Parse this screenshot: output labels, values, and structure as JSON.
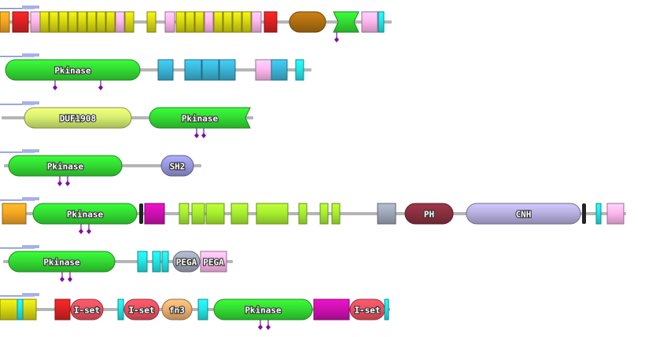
{
  "palette": {
    "backbone": "#b5b5b5",
    "pkinase": "#33dd33",
    "pkinase_edge": "#169916",
    "repeat_yellow": "#d8d810",
    "repeat_pink": "#ffb8ee",
    "red_block": "#dd2222",
    "orange_block": "#f5a623",
    "brown_domain": "#b07010",
    "duf_domain": "#d8f070",
    "blue_block": "#3ab6d8",
    "sh2_domain": "#9898e0",
    "magenta_block": "#d010b0",
    "lime_block": "#a8f030",
    "ph_domain": "#8a3040",
    "cnh_domain": "#b8b0e0",
    "pega_domain": "#a0a8b8",
    "iset_domain": "#ee5060",
    "fn3_domain": "#f0b070",
    "cyan_block": "#22e8e8",
    "site_marker": "#8010a0",
    "label_stroke": "#333333"
  },
  "rows": [
    {
      "domains": [
        {
          "label": "",
          "name": "repeat-block-orange",
          "shape": "rect",
          "color": "orange_block",
          "start": 0,
          "end": 12
        },
        {
          "label": "",
          "name": "repeat-block-red",
          "shape": "rect",
          "color": "red_block",
          "start": 16,
          "end": 36
        },
        {
          "label": "",
          "name": "repeat-block-pink",
          "shape": "rect",
          "color": "repeat_pink",
          "start": 39,
          "end": 51
        },
        {
          "label": "",
          "name": "repeat-block-yellow",
          "shape": "rect",
          "color": "repeat_yellow",
          "start": 51,
          "end": 62
        },
        {
          "label": "",
          "name": "repeat-block-yellow",
          "shape": "rect",
          "color": "repeat_yellow",
          "start": 63,
          "end": 74
        },
        {
          "label": "",
          "name": "repeat-block-yellow",
          "shape": "rect",
          "color": "repeat_yellow",
          "start": 75,
          "end": 86
        },
        {
          "label": "",
          "name": "repeat-block-yellow",
          "shape": "rect",
          "color": "repeat_yellow",
          "start": 87,
          "end": 98
        },
        {
          "label": "",
          "name": "repeat-block-yellow",
          "shape": "rect",
          "color": "repeat_yellow",
          "start": 99,
          "end": 110
        },
        {
          "label": "",
          "name": "repeat-block-yellow",
          "shape": "rect",
          "color": "repeat_yellow",
          "start": 111,
          "end": 122
        },
        {
          "label": "",
          "name": "repeat-block-yellow",
          "shape": "rect",
          "color": "repeat_yellow",
          "start": 123,
          "end": 134
        },
        {
          "label": "",
          "name": "repeat-block-yellow",
          "shape": "rect",
          "color": "repeat_yellow",
          "start": 135,
          "end": 146
        },
        {
          "label": "",
          "name": "repeat-block-pink",
          "shape": "rect",
          "color": "repeat_pink",
          "start": 147,
          "end": 158
        },
        {
          "label": "",
          "name": "repeat-block-yellow",
          "shape": "rect",
          "color": "repeat_yellow",
          "start": 159,
          "end": 170
        },
        {
          "label": "",
          "name": "repeat-block-yellow",
          "shape": "rect",
          "color": "repeat_yellow",
          "start": 187,
          "end": 198
        },
        {
          "label": "",
          "name": "repeat-block-pink",
          "shape": "rect",
          "color": "repeat_pink",
          "start": 210,
          "end": 222
        },
        {
          "label": "",
          "name": "repeat-block-yellow",
          "shape": "rect",
          "color": "repeat_yellow",
          "start": 224,
          "end": 235
        },
        {
          "label": "",
          "name": "repeat-block-yellow",
          "shape": "rect",
          "color": "repeat_yellow",
          "start": 236,
          "end": 247
        },
        {
          "label": "",
          "name": "repeat-block-yellow",
          "shape": "rect",
          "color": "repeat_yellow",
          "start": 248,
          "end": 259
        },
        {
          "label": "",
          "name": "repeat-block-pink",
          "shape": "rect",
          "color": "repeat_pink",
          "start": 260,
          "end": 271
        },
        {
          "label": "",
          "name": "repeat-block-yellow",
          "shape": "rect",
          "color": "repeat_yellow",
          "start": 272,
          "end": 283
        },
        {
          "label": "",
          "name": "repeat-block-yellow",
          "shape": "rect",
          "color": "repeat_yellow",
          "start": 284,
          "end": 295
        },
        {
          "label": "",
          "name": "repeat-block-yellow",
          "shape": "rect",
          "color": "repeat_yellow",
          "start": 296,
          "end": 307
        },
        {
          "label": "",
          "name": "repeat-block-yellow",
          "shape": "rect",
          "color": "repeat_yellow",
          "start": 308,
          "end": 319
        },
        {
          "label": "",
          "name": "repeat-block-pink",
          "shape": "rect",
          "color": "repeat_pink",
          "start": 320,
          "end": 332
        },
        {
          "label": "",
          "name": "repeat-block-red",
          "shape": "rect",
          "color": "red_block",
          "start": 336,
          "end": 352
        },
        {
          "label": "",
          "name": "brown-domain",
          "shape": "capsule",
          "color": "brown_domain",
          "start": 368,
          "end": 414
        },
        {
          "label": "",
          "name": "kinase-fragment",
          "shape": "notched",
          "color": "pkinase",
          "start": 424,
          "end": 456
        },
        {
          "label": "",
          "name": "low-complexity-block",
          "shape": "rect",
          "color": "repeat_pink",
          "start": 460,
          "end": 480
        },
        {
          "label": "",
          "name": "cyan-block",
          "shape": "rect",
          "color": "cyan_block",
          "start": 481,
          "end": 488
        }
      ],
      "markers": [
        428
      ]
    },
    {
      "domains": [
        {
          "label": "Pkinase",
          "name": "pkinase-domain",
          "shape": "capsule",
          "color": "pkinase",
          "start": 7,
          "end": 178
        },
        {
          "label": "",
          "name": "blue-block",
          "shape": "rect",
          "color": "blue_block",
          "start": 201,
          "end": 220
        },
        {
          "label": "",
          "name": "blue-block",
          "shape": "rect",
          "color": "blue_block",
          "start": 235,
          "end": 256
        },
        {
          "label": "",
          "name": "blue-block",
          "shape": "rect",
          "color": "blue_block",
          "start": 257,
          "end": 278
        },
        {
          "label": "",
          "name": "blue-block",
          "shape": "rect",
          "color": "blue_block",
          "start": 279,
          "end": 299
        },
        {
          "label": "",
          "name": "pink-block",
          "shape": "rect",
          "color": "repeat_pink",
          "start": 325,
          "end": 345
        },
        {
          "label": "",
          "name": "blue-block",
          "shape": "rect",
          "color": "blue_block",
          "start": 345,
          "end": 365
        },
        {
          "label": "",
          "name": "cyan-block",
          "shape": "rect",
          "color": "cyan_block",
          "start": 376,
          "end": 386
        }
      ],
      "markers": [
        70,
        128
      ]
    },
    {
      "domains": [
        {
          "label": "DUF1908",
          "name": "duf1908-domain",
          "shape": "capsule",
          "color": "duf_domain",
          "start": 31,
          "end": 167
        },
        {
          "label": "Pkinase",
          "name": "pkinase-domain",
          "shape": "notched-end",
          "color": "pkinase",
          "start": 190,
          "end": 318
        }
      ],
      "markers": [
        250,
        259
      ]
    },
    {
      "domains": [
        {
          "label": "Pkinase",
          "name": "pkinase-domain",
          "shape": "capsule",
          "color": "pkinase",
          "start": 11,
          "end": 155
        },
        {
          "label": "SH2",
          "name": "sh2-domain",
          "shape": "capsule",
          "color": "sh2_domain",
          "start": 205,
          "end": 246
        }
      ],
      "markers": [
        76,
        86
      ]
    },
    {
      "domains": [
        {
          "label": "",
          "name": "striped-block",
          "shape": "rect",
          "color": "orange_block",
          "start": 3,
          "end": 33
        },
        {
          "label": "Pkinase",
          "name": "pkinase-domain",
          "shape": "capsule",
          "color": "pkinase",
          "start": 42,
          "end": 174
        },
        {
          "label": "",
          "name": "black-bracket",
          "shape": "bracket",
          "color": "label_stroke",
          "start": 177,
          "end": 182
        },
        {
          "label": "",
          "name": "magenta-block",
          "shape": "rect",
          "color": "magenta_block",
          "start": 184,
          "end": 209
        },
        {
          "label": "",
          "name": "lime-block",
          "shape": "rect",
          "color": "lime_block",
          "start": 228,
          "end": 240
        },
        {
          "label": "",
          "name": "lime-block",
          "shape": "rect",
          "color": "lime_block",
          "start": 244,
          "end": 260
        },
        {
          "label": "",
          "name": "lime-block",
          "shape": "rect",
          "color": "lime_block",
          "start": 262,
          "end": 285
        },
        {
          "label": "",
          "name": "lime-block",
          "shape": "rect",
          "color": "lime_block",
          "start": 294,
          "end": 315
        },
        {
          "label": "",
          "name": "lime-block",
          "shape": "rect",
          "color": "lime_block",
          "start": 326,
          "end": 366
        },
        {
          "label": "",
          "name": "lime-block",
          "shape": "rect",
          "color": "lime_block",
          "start": 380,
          "end": 390
        },
        {
          "label": "",
          "name": "lime-block",
          "shape": "rect",
          "color": "lime_block",
          "start": 407,
          "end": 417
        },
        {
          "label": "",
          "name": "lime-block",
          "shape": "rect",
          "color": "lime_block",
          "start": 422,
          "end": 432
        },
        {
          "label": "",
          "name": "blue-block",
          "shape": "rect",
          "color": "pega_domain",
          "start": 480,
          "end": 503
        },
        {
          "label": "PH",
          "name": "ph-domain",
          "shape": "capsule",
          "color": "ph_domain",
          "start": 515,
          "end": 576
        },
        {
          "label": "CNH",
          "name": "cnh-domain",
          "shape": "capsule",
          "color": "cnh_domain",
          "start": 593,
          "end": 738
        },
        {
          "label": "",
          "name": "black-bracket",
          "shape": "bracket",
          "color": "label_stroke",
          "start": 740,
          "end": 745
        },
        {
          "label": "",
          "name": "cyan-block",
          "shape": "rect",
          "color": "cyan_block",
          "start": 758,
          "end": 764
        },
        {
          "label": "",
          "name": "pink-block",
          "shape": "rect",
          "color": "repeat_pink",
          "start": 772,
          "end": 793
        }
      ],
      "markers": [
        103,
        113
      ]
    },
    {
      "domains": [
        {
          "label": "Pkinase",
          "name": "pkinase-domain",
          "shape": "capsule",
          "color": "pkinase",
          "start": 11,
          "end": 146
        },
        {
          "label": "",
          "name": "cyan-block",
          "shape": "rect",
          "color": "cyan_block",
          "start": 175,
          "end": 187
        },
        {
          "label": "",
          "name": "cyan-block",
          "shape": "rect",
          "color": "cyan_block",
          "start": 194,
          "end": 204
        },
        {
          "label": "",
          "name": "cyan-block",
          "shape": "rect",
          "color": "cyan_block",
          "start": 206,
          "end": 214
        },
        {
          "label": "PEGA",
          "name": "pega-domain",
          "shape": "capsule",
          "color": "pega_domain",
          "start": 220,
          "end": 254
        },
        {
          "label": "PEGA",
          "name": "pega-domain-box",
          "shape": "rect",
          "color": "repeat_pink",
          "start": 255,
          "end": 288
        }
      ],
      "markers": [
        79,
        89
      ]
    },
    {
      "domains": [
        {
          "label": "",
          "name": "striped-block",
          "shape": "rect",
          "color": "repeat_yellow",
          "start": 0,
          "end": 46
        },
        {
          "label": "",
          "name": "cyan-block",
          "shape": "rect",
          "color": "cyan_block",
          "start": 22,
          "end": 29
        },
        {
          "label": "",
          "name": "red-striped-block",
          "shape": "rect",
          "color": "red_block",
          "start": 70,
          "end": 89
        },
        {
          "label": "I-set",
          "name": "iset-domain",
          "shape": "capsule",
          "color": "iset_domain",
          "start": 90,
          "end": 131
        },
        {
          "label": "",
          "name": "cyan-block",
          "shape": "rect",
          "color": "cyan_block",
          "start": 150,
          "end": 157
        },
        {
          "label": "I-set",
          "name": "iset-domain",
          "shape": "capsule",
          "color": "iset_domain",
          "start": 158,
          "end": 202
        },
        {
          "label": "fn3",
          "name": "fn3-domain",
          "shape": "capsule",
          "color": "fn3_domain",
          "start": 206,
          "end": 244
        },
        {
          "label": "",
          "name": "cyan-block",
          "shape": "rect",
          "color": "cyan_block",
          "start": 252,
          "end": 264
        },
        {
          "label": "Pkinase",
          "name": "pkinase-domain",
          "shape": "capsule",
          "color": "pkinase",
          "start": 272,
          "end": 397
        },
        {
          "label": "",
          "name": "striped-block",
          "shape": "rect",
          "color": "magenta_block",
          "start": 399,
          "end": 444
        },
        {
          "label": "I-set",
          "name": "iset-domain",
          "shape": "capsule",
          "color": "iset_domain",
          "start": 445,
          "end": 489
        },
        {
          "label": "",
          "name": "cyan-block",
          "shape": "rect",
          "color": "cyan_block",
          "start": 489,
          "end": 494
        }
      ],
      "markers": [
        331,
        341
      ]
    }
  ]
}
